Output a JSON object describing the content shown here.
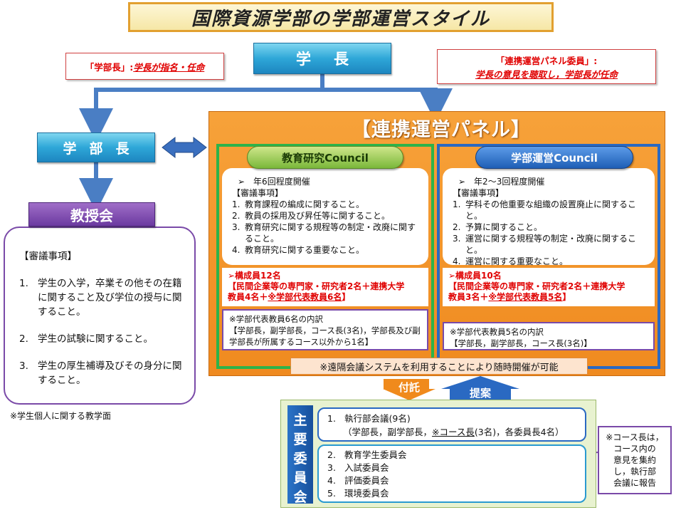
{
  "title": "国際資源学部の学部運営スタイル",
  "president": "学長",
  "dean": "学部長",
  "dean_note": {
    "prefix": "「学部長」:",
    "body": "学長が指名・任命"
  },
  "panel_note": {
    "line1": "「連携運営パネル委員」:",
    "line2_a": "学長の意見を聴取し，",
    "line2_b": "学部長が任命"
  },
  "panel_title": "【連携運営パネル】",
  "faculty_council": {
    "title": "教授会",
    "heading": "【審議事項】",
    "items": [
      {
        "num": "1.",
        "text": "学生の入学，卒業その他その在籍に関すること及び学位の授与に関すること。"
      },
      {
        "num": "2.",
        "text": "学生の試験に関すること。"
      },
      {
        "num": "3.",
        "text": "学生の厚生補導及びその身分に関すること。"
      }
    ],
    "footnote": "※学生個人に関する教学面"
  },
  "edu_council": {
    "title": "教育研究Council",
    "frequency": "➢　年6回程度開催",
    "heading": "【審議事項】",
    "items": [
      {
        "num": "1.",
        "text": "教育課程の編成に関すること。"
      },
      {
        "num": "2.",
        "text": "教員の採用及び昇任等に関すること。"
      },
      {
        "num": "3.",
        "text": "教育研究に関する規程等の制定・改廃に関すること。"
      },
      {
        "num": "4.",
        "text": "教育研究に関する重要なこと。"
      }
    ],
    "members_head": "➢構成員12名",
    "members_line1": "【民間企業等の専門家・研究者2名＋連携大学",
    "members_line2a": "教員4名＋",
    "members_line2b": "※学部代表教員6名",
    "members_line2c": "】",
    "rep_line1": "※学部代表教員6名の内訳",
    "rep_line2": "【学部長，副学部長，コース長(3名)，学部長及び副学部長が所属するコース以外から1名】"
  },
  "mgmt_council": {
    "title": "学部運営Council",
    "frequency": "➢　年2～3回程度開催",
    "heading": "【審議事項】",
    "items": [
      {
        "num": "1.",
        "text": "学科その他重要な組織の設置廃止に関すること。"
      },
      {
        "num": "2.",
        "text": "予算に関すること。"
      },
      {
        "num": "3.",
        "text": "運営に関する規程等の制定・改廃に関すること。"
      },
      {
        "num": "4.",
        "text": "運営に関する重要なこと。"
      }
    ],
    "members_head": "➢構成員10名",
    "members_line1": "【民間企業等の専門家・研究者2名＋連携大学",
    "members_line2a": "教員3名＋",
    "members_line2b": "※学部代表教員5名",
    "members_line2c": "】",
    "rep_line1": "※学部代表教員5名の内訳",
    "rep_line2": "【学部長，副学部長，コース長(3名)】"
  },
  "remote_note": "※遠隔会議システムを利用することにより随時開催が可能",
  "delegate_label": "付託",
  "propose_label": "提案",
  "main_committee": {
    "label_chars": [
      "主",
      "要",
      "委",
      "員",
      "会"
    ],
    "exec_num": "1.",
    "exec_name": "執行部会議(9名)",
    "exec_sub_a": "（学部長，副学部長，",
    "exec_sub_b": "※コース長",
    "exec_sub_c": "(3名)，各委員長4名）",
    "others": [
      {
        "num": "2.",
        "text": "教育学生委員会"
      },
      {
        "num": "3.",
        "text": "入試委員会"
      },
      {
        "num": "4.",
        "text": "評価委員会"
      },
      {
        "num": "5.",
        "text": "環境委員会"
      }
    ]
  },
  "course_leader_note": [
    "※コース長は，",
    "コース内の",
    "意見を集約",
    "し，執行部",
    "会議に報告"
  ],
  "colors": {
    "accent_orange": "#ef8a1f",
    "accent_blue": "#2a69c2",
    "accent_green": "#2db34a",
    "accent_purple": "#7a4aa8",
    "alert_red": "#e00000"
  }
}
